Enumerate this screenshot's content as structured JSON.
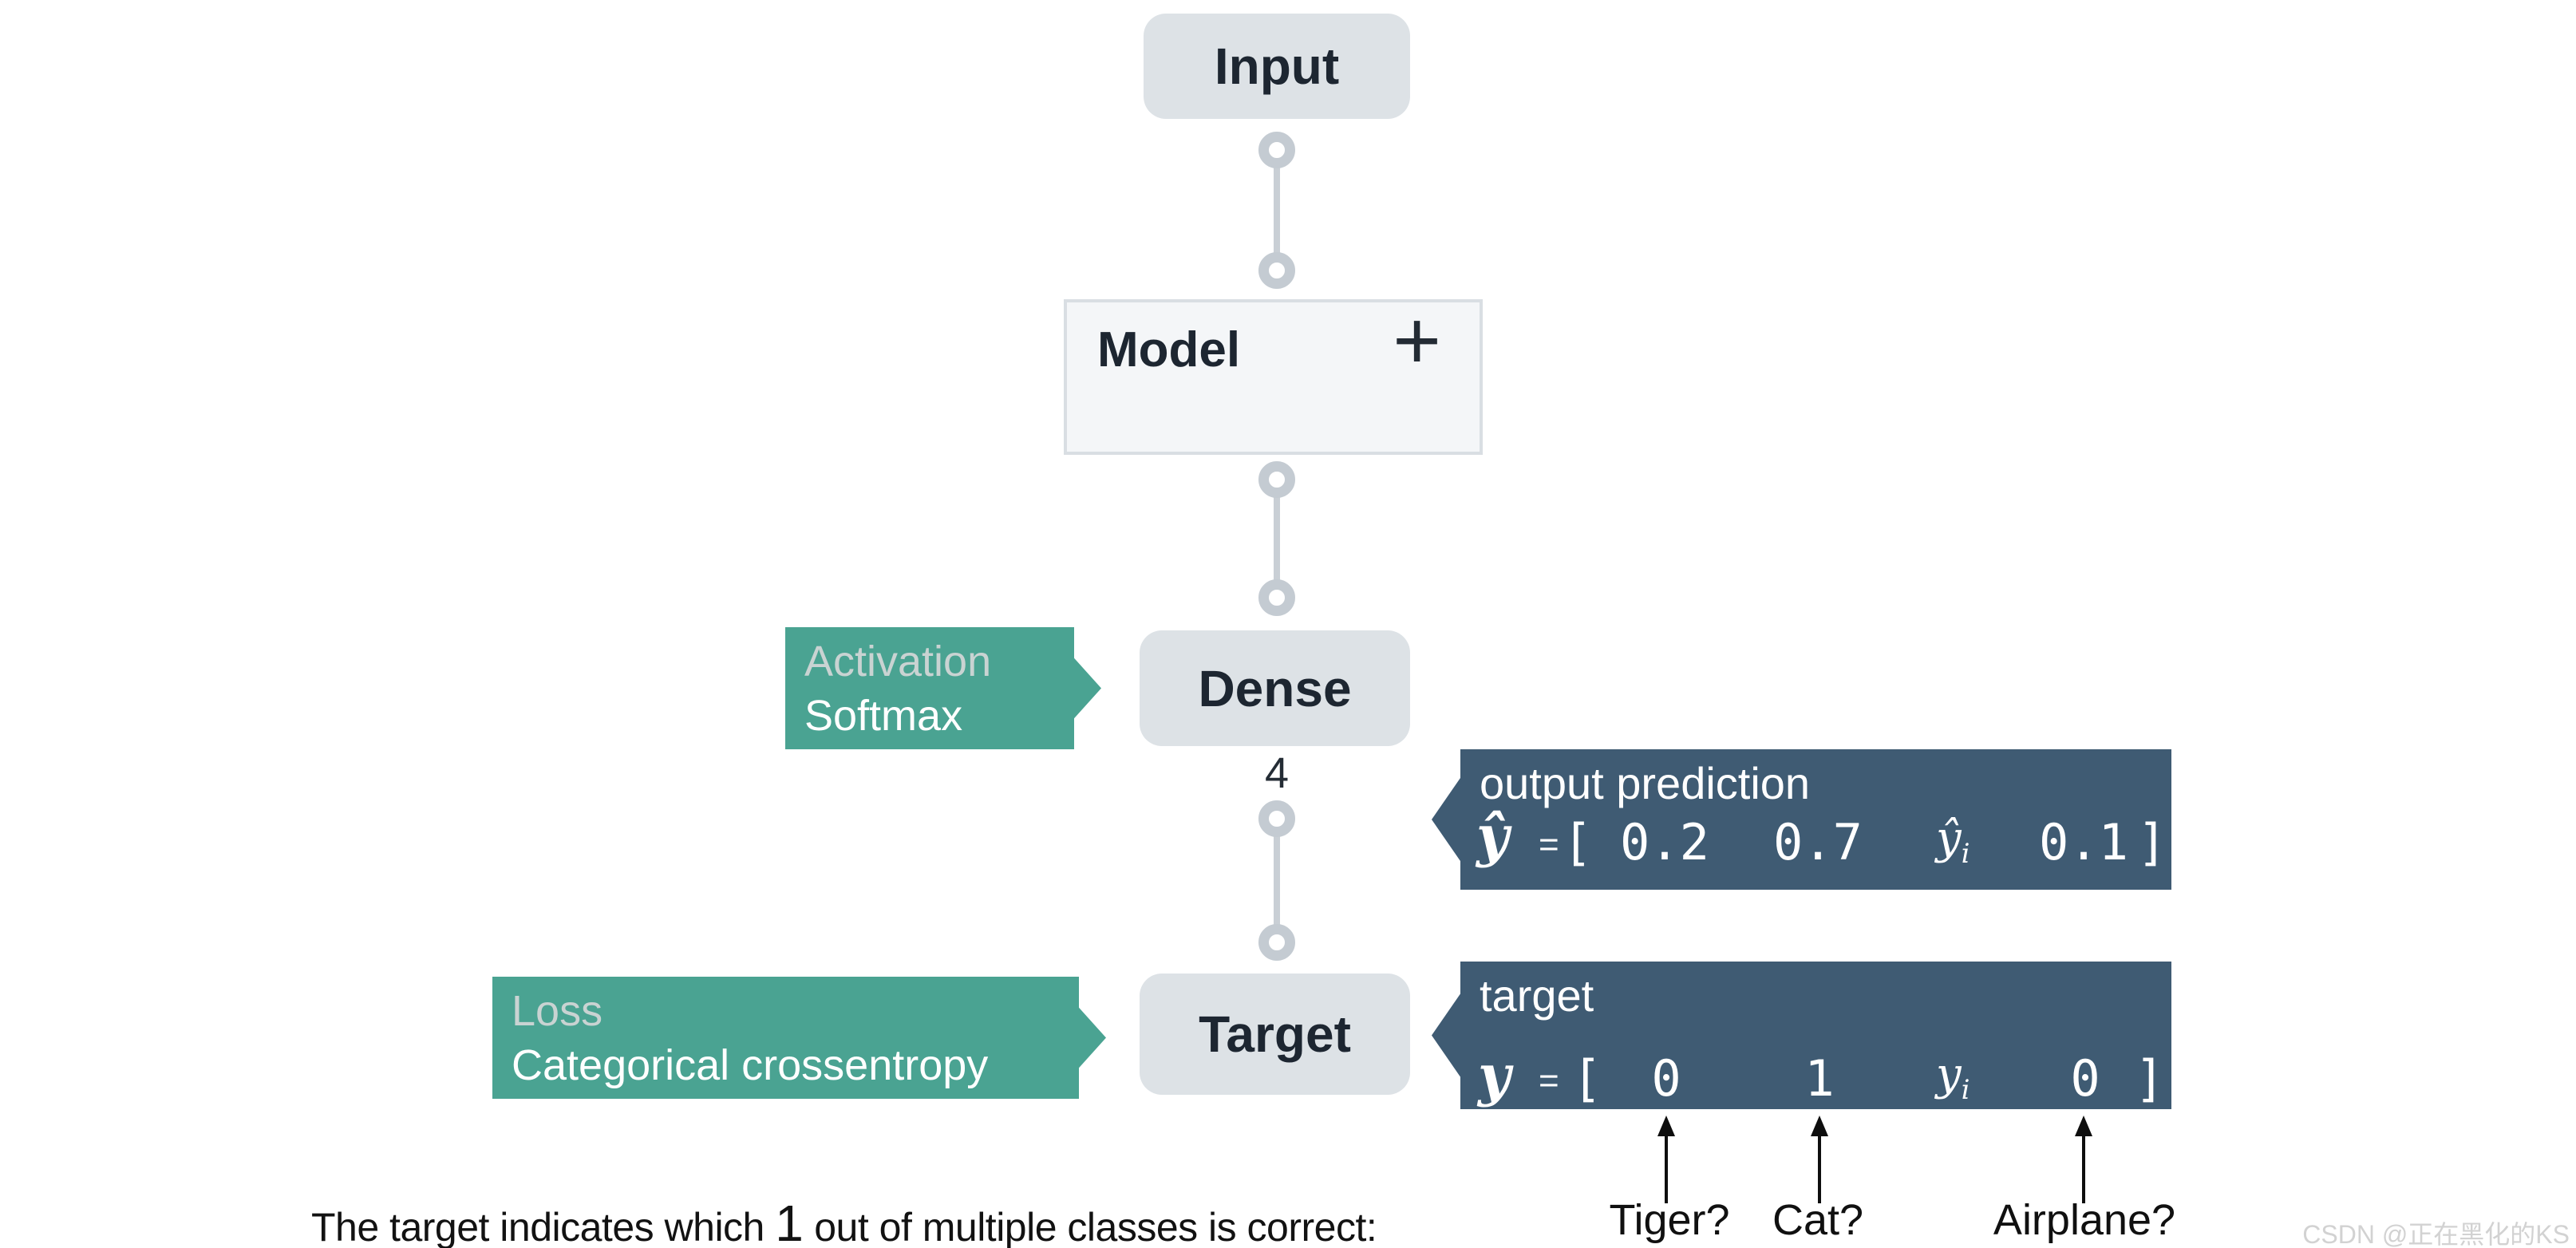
{
  "pipeline": {
    "input": {
      "label": "Input"
    },
    "model": {
      "label": "Model",
      "expand_icon": "+"
    },
    "dense": {
      "label": "Dense",
      "units": "4"
    },
    "target_node": {
      "label": "Target"
    }
  },
  "callouts": {
    "activation": {
      "category": "Activation",
      "value": "Softmax"
    },
    "loss": {
      "category": "Loss",
      "value": "Categorical crossentropy"
    },
    "output_prediction": {
      "title": "output prediction",
      "variable": "ŷ",
      "equals": "=",
      "bracket_open": "[",
      "bracket_close": "]",
      "values": [
        "0.2",
        "0.7",
        "0.1"
      ],
      "symbol_base": "ŷ",
      "symbol_sub": "i"
    },
    "target_vector": {
      "title": "target",
      "variable": "y",
      "equals": "=",
      "bracket_open": "[",
      "bracket_close": "]",
      "values": [
        "0",
        "1",
        "0"
      ],
      "symbol_base": "y",
      "symbol_sub": "i"
    }
  },
  "class_labels": [
    "Tiger?",
    "Cat?",
    "Airplane?"
  ],
  "caption": {
    "before": "The target indicates which ",
    "number": "1",
    "after": " out of multiple classes is correct:"
  },
  "watermark": "CSDN @正在黑化的KS",
  "colors": {
    "teal": "#4aa392",
    "dark_blue": "#3f5b73",
    "node_gray": "#dde2e6",
    "model_fill": "#f4f6f8",
    "connector_gray": "#c4cbd2",
    "ink": "#1d2631"
  }
}
